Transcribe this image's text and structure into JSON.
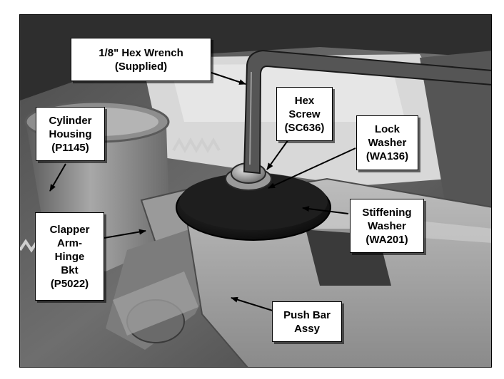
{
  "figure": {
    "callouts": [
      {
        "id": "hex-wrench",
        "lines": [
          "1/8\" Hex Wrench",
          "(Supplied)"
        ]
      },
      {
        "id": "hex-screw",
        "lines": [
          "Hex",
          "Screw",
          "(SC636)"
        ]
      },
      {
        "id": "cylinder-housing",
        "lines": [
          "Cylinder",
          "Housing",
          "(P1145)"
        ]
      },
      {
        "id": "lock-washer",
        "lines": [
          "Lock",
          "Washer",
          "(WA136)"
        ]
      },
      {
        "id": "stiffening-washer",
        "lines": [
          "Stiffening",
          "Washer",
          "(WA201)"
        ]
      },
      {
        "id": "clapper-arm",
        "lines": [
          "Clapper",
          "Arm-",
          "Hinge",
          "Bkt",
          "(P5022)"
        ]
      },
      {
        "id": "push-bar",
        "lines": [
          "Push Bar",
          "Assy"
        ]
      }
    ]
  }
}
